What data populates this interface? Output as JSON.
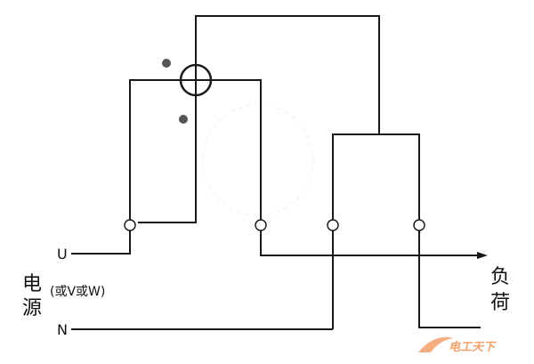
{
  "labels": {
    "u": "U",
    "n": "N",
    "source_char_1": "电",
    "source_char_2": "源",
    "source_note": "(或V或W)",
    "load_char_1": "负",
    "load_char_2": "荷"
  },
  "watermark": {
    "text": "电工天下",
    "color": "#f3a06a"
  },
  "colors": {
    "line": "#1a1a1a",
    "dot": "#555555"
  }
}
